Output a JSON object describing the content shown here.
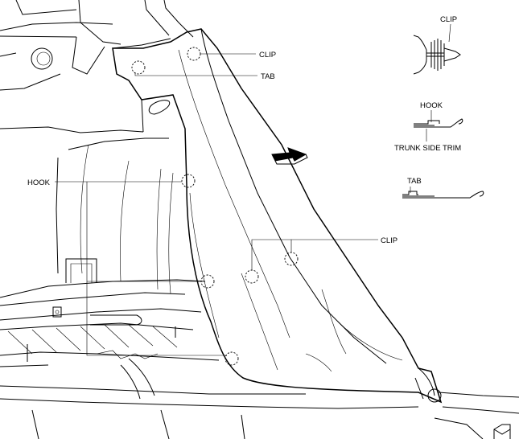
{
  "labels": {
    "clip_top": "CLIP",
    "tab": "TAB",
    "hook": "HOOK",
    "clip_mid": "CLIP"
  },
  "details": {
    "clip": {
      "label": "CLIP"
    },
    "hook": {
      "label": "HOOK",
      "sublabel": "TRUNK SIDE TRIM"
    },
    "tab": {
      "label": "TAB"
    }
  }
}
